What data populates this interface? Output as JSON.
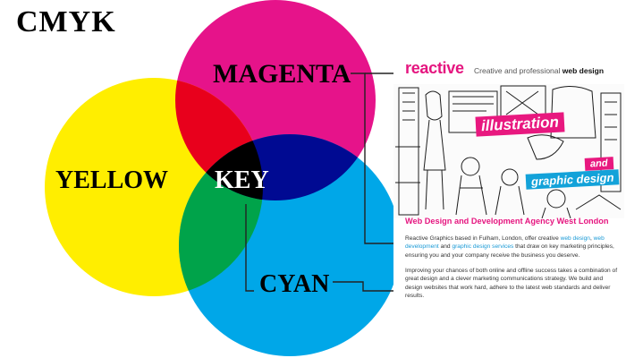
{
  "title": "CMYK",
  "colors": {
    "magenta": "#e6138a",
    "yellow": "#ffee00",
    "cyan": "#00a7e8",
    "red": "#e8001c",
    "green": "#00a34a",
    "blue": "#000a92",
    "key": "#000000"
  },
  "circles": {
    "magenta": "MAGENTA",
    "yellow": "YELLOW",
    "key": "KEY",
    "cyan": "CYAN"
  },
  "website": {
    "logo": "reactive",
    "tagline_plain": "Creative and professional",
    "tagline_bold": "web design",
    "banner_1": "illustration",
    "banner_2": "and",
    "banner_3": "graphic design",
    "heading": "Web Design and Development Agency West London",
    "para1_a": "Reactive Graphics based in Fulham, London, offer creative ",
    "para1_link1": "web design",
    "para1_b": ", ",
    "para1_link2": "web development",
    "para1_c": " and ",
    "para1_link3": "graphic design services",
    "para1_d": " that draw on key marketing principles, ensuring you and your company receive the business you deserve.",
    "para2": "Improving your chances of both online and offline success takes a combination of great design and a clever marketing communications strategy. We build and design websites that work hard, adhere to the latest web standards and deliver results."
  }
}
